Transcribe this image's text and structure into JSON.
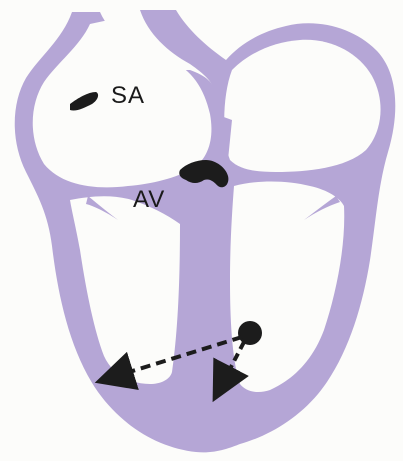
{
  "labels": {
    "sa": "SA",
    "av": "AV"
  },
  "colors": {
    "tissue": "#b5a6d6",
    "node": "#1c1c1c",
    "background": "#fcfcfa"
  },
  "icons": {
    "sa_node": "sa-node-icon",
    "av_node": "av-node-icon",
    "purkinje_origin": "purkinje-origin-dot",
    "arrows": "dashed-arrow"
  }
}
